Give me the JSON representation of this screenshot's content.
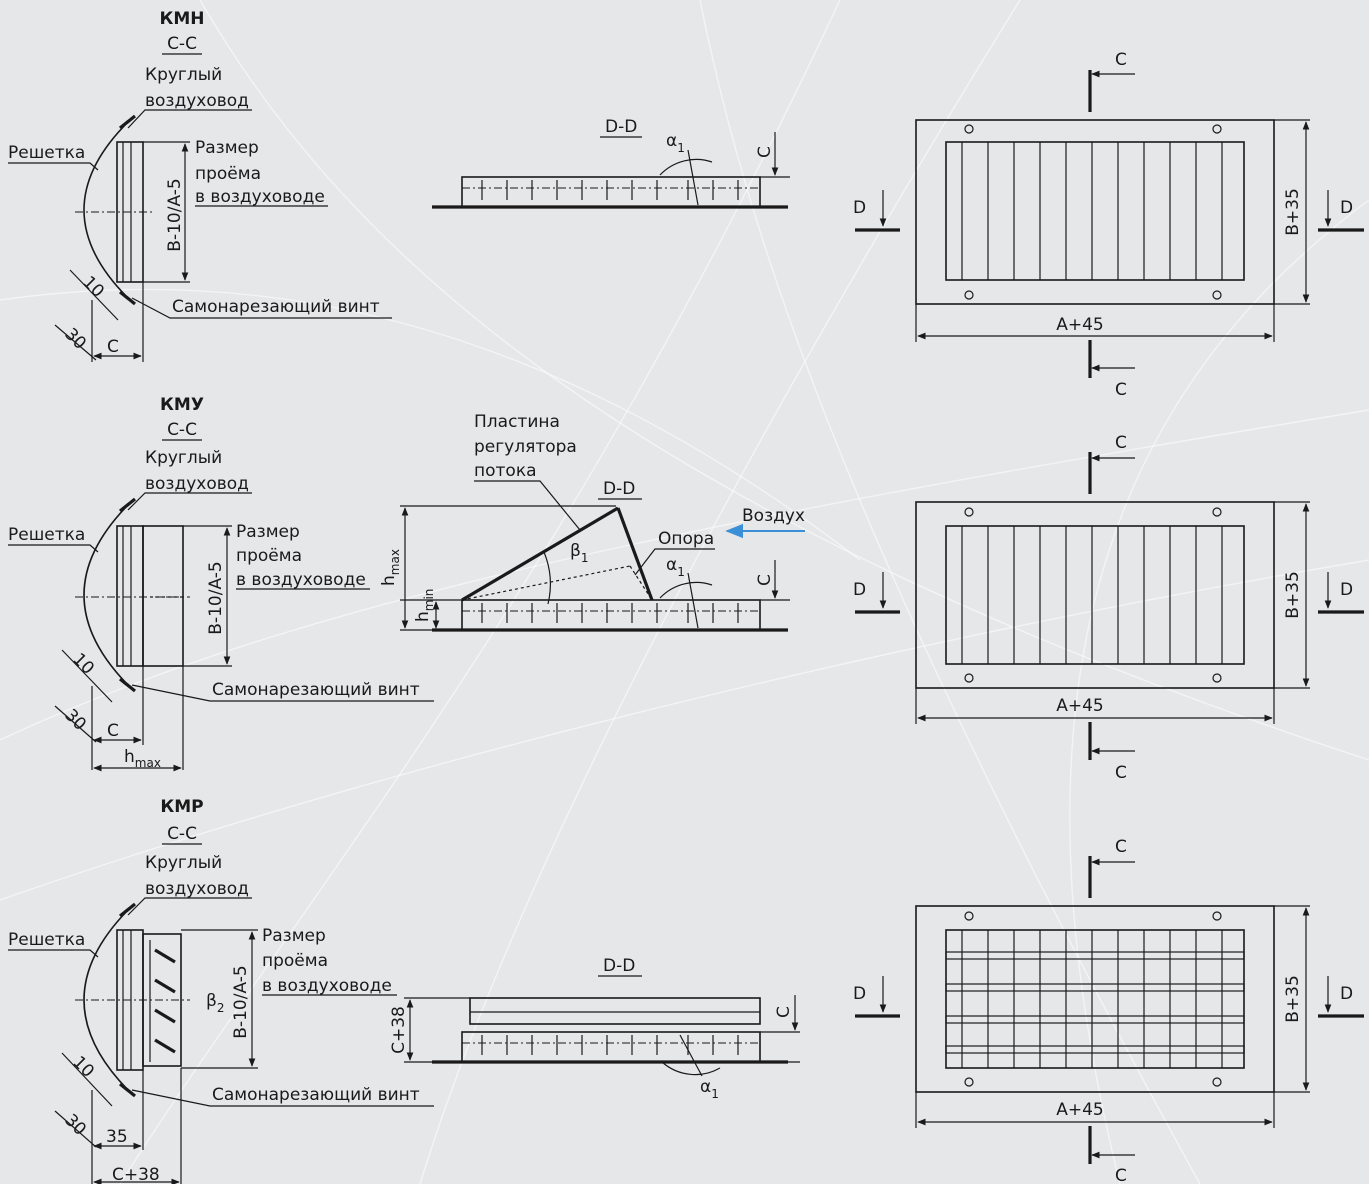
{
  "colors": {
    "background": "#e6e7e9",
    "ink": "#1a1a1a",
    "airflow_arrow": "#3a8fd6"
  },
  "rows": [
    {
      "title": "КМН",
      "section_cc": "С-С",
      "pipe_label": [
        "Круглый",
        "воздуховод"
      ],
      "grille_label": "Решетка",
      "opening_label": [
        "Размер",
        "проёма",
        "в воздуховоде"
      ],
      "screw_label": "Самонарезающий винт",
      "height_dim": "B-10/A-5",
      "dim_10": "10",
      "dim_30": "30",
      "dim_c": "С",
      "section_dd": "D-D",
      "alpha": "α",
      "alpha_sub": "1",
      "dd_dim": "С",
      "front": {
        "cut": "С",
        "side": "D",
        "height_dim": "B+35",
        "width_dim": "A+45"
      }
    },
    {
      "title": "КМУ",
      "section_cc": "С-С",
      "pipe_label": [
        "Круглый",
        "воздуховод"
      ],
      "grille_label": "Решетка",
      "opening_label": [
        "Размер",
        "проёма",
        "в воздуховоде"
      ],
      "screw_label": "Самонарезающий винт",
      "height_dim": "B-10/A-5",
      "dim_10": "10",
      "dim_30": "30",
      "dim_c": "С",
      "dim_h": "h",
      "dim_h_sub": "max",
      "plate_label": [
        "Пластина",
        "регулятора",
        "потока"
      ],
      "support_label": "Опора",
      "air_label": "Воздух",
      "section_dd": "D-D",
      "hmax": "h",
      "hmax_sub": "max",
      "hmin": "h",
      "hmin_sub": "min",
      "beta": "β",
      "beta_sub": "1",
      "alpha": "α",
      "alpha_sub": "1",
      "dd_dim": "С",
      "front": {
        "cut": "С",
        "side": "D",
        "height_dim": "B+35",
        "width_dim": "A+45"
      }
    },
    {
      "title": "КМР",
      "section_cc": "С-С",
      "pipe_label": [
        "Круглый",
        "воздуховод"
      ],
      "grille_label": "Решетка",
      "opening_label": [
        "Размер",
        "проёма",
        "в воздуховоде"
      ],
      "screw_label": "Самонарезающий винт",
      "height_dim": "B-10/A-5",
      "dim_10": "10",
      "dim_30": "30",
      "dim_35": "35",
      "dim_c38": "С+38",
      "beta": "β",
      "beta_sub": "2",
      "section_dd": "D-D",
      "alpha": "α",
      "alpha_sub": "1",
      "dd_dim_left": "С+38",
      "dd_dim_right": "С",
      "front": {
        "cut": "С",
        "side": "D",
        "height_dim": "B+35",
        "width_dim": "A+45"
      }
    }
  ]
}
